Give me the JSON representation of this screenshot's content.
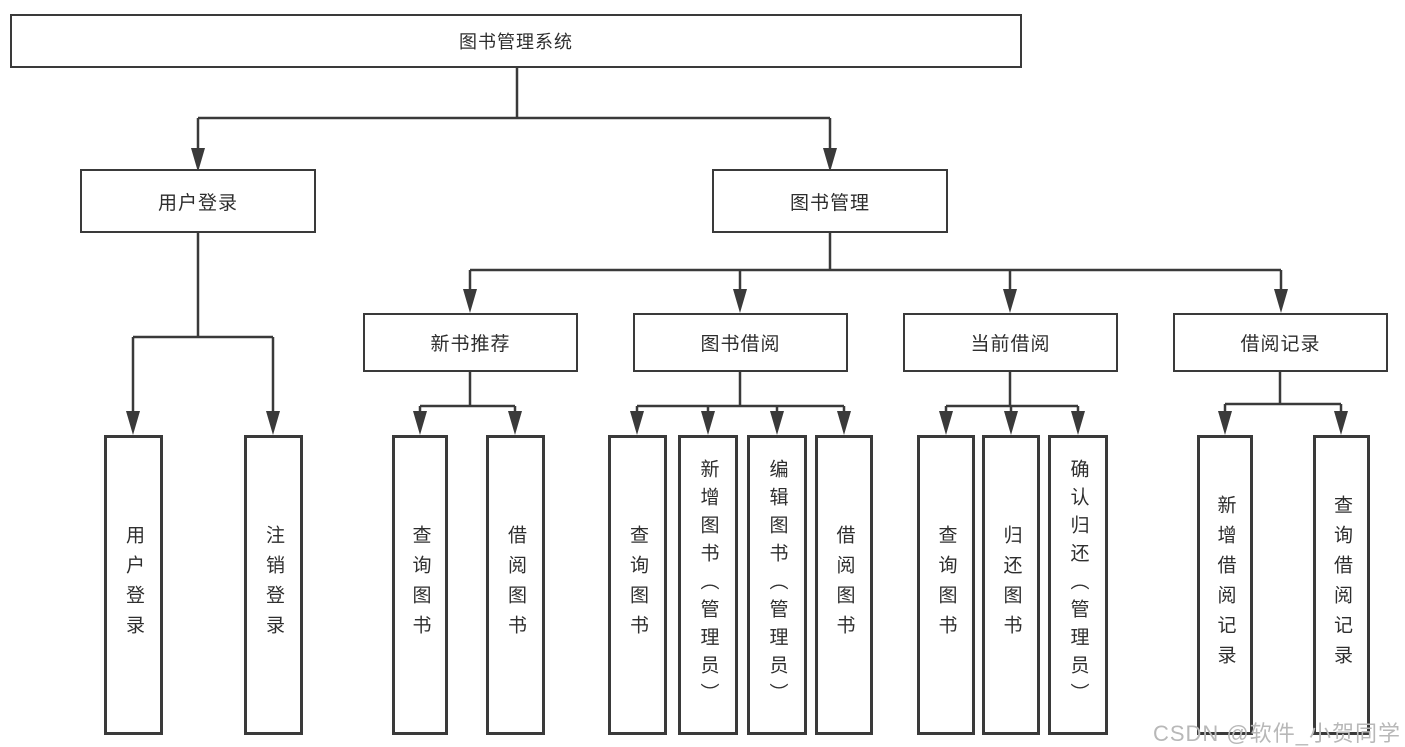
{
  "tree": {
    "root": {
      "label": "图书管理系统"
    },
    "branches": [
      {
        "label": "用户登录",
        "children": [
          {
            "label": "用户登录"
          },
          {
            "label": "注销登录"
          }
        ]
      },
      {
        "label": "图书管理",
        "children": [
          {
            "label": "新书推荐",
            "children": [
              {
                "label": "查询图书"
              },
              {
                "label": "借阅图书"
              }
            ]
          },
          {
            "label": "图书借阅",
            "children": [
              {
                "label": "查询图书"
              },
              {
                "label": "新增图书（管理员）"
              },
              {
                "label": "编辑图书（管理员）"
              },
              {
                "label": "借阅图书"
              }
            ]
          },
          {
            "label": "当前借阅",
            "children": [
              {
                "label": "查询图书"
              },
              {
                "label": "归还图书"
              },
              {
                "label": "确认归还（管理员）"
              }
            ]
          },
          {
            "label": "借阅记录",
            "children": [
              {
                "label": "新增借阅记录"
              },
              {
                "label": "查询借阅记录"
              }
            ]
          }
        ]
      }
    ]
  },
  "watermark": {
    "text": "CSDN @软件_小贺同学"
  },
  "colors": {
    "line": "#3a3a3a",
    "box_border": "#3a3a3a",
    "text": "#2e2e2e",
    "watermark": "#b8b8b8",
    "background": "#ffffff"
  }
}
